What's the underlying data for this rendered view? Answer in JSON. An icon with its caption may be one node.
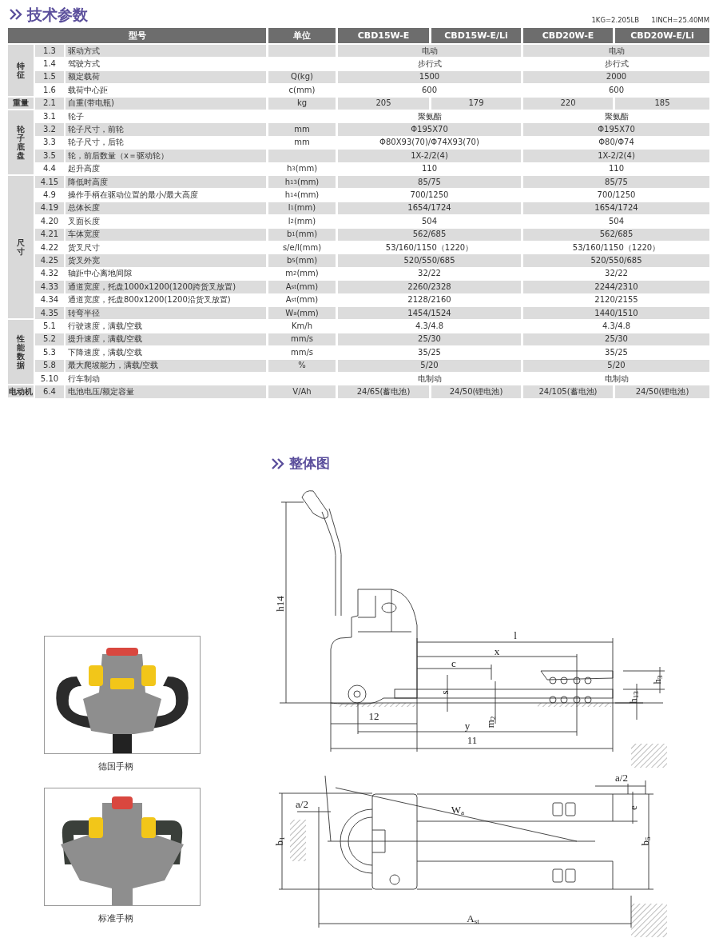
{
  "diagram": {
    "title": "技术参数",
    "labels": [
      "1KG=2.205LB",
      "1INCH=25.40MM",
      "型号",
      "单位",
      "CBD15W-E",
      "CBD15W-E/Li",
      "CBD20W-E",
      "CBD20W-E/Li",
      "特征",
      "1.3",
      "驱动方式",
      "电动",
      "电动",
      "1.4",
      "驾驶方式",
      "步行式",
      "步行式",
      "1.5",
      "额定载荷",
      "Q(kg)",
      "1500",
      "2000",
      "1.6",
      "载荷中心距",
      "c(mm)",
      "600",
      "600",
      "重量",
      "2.1",
      "自重(带电瓶)",
      "kg",
      "205",
      "179",
      "220",
      "185",
      "轮子底盘",
      "3.1",
      "轮子",
      "聚氨酯",
      "聚氨酯",
      "3.2",
      "轮子尺寸，前轮",
      "mm",
      "Φ195X70",
      "Φ195X70",
      "3.3",
      "轮子尺寸，后轮",
      "mm",
      "Φ80X93(70)/Φ74X93(70)",
      "Φ80/Φ74",
      "3.5",
      "轮，前后数量（x＝驱动轮）",
      "1X-2/2(4)",
      "1X-2/2(4)",
      "4.4",
      "起升高度",
      "h$_{3}$(mm)",
      "110",
      "110",
      "尺寸",
      "4.15",
      "降低时高度",
      "h$_{13}$(mm)",
      "85/75",
      "85/75",
      "4.9",
      "操作手柄在驱动位置的最小/最大高度",
      "h$_{14}$(mm)",
      "700/1250",
      "700/1250",
      "4.19",
      "总体长度",
      "l$_{1}$(mm)",
      "1654/1724",
      "1654/1724",
      "4.20",
      "叉面长度",
      "l$_{2}$(mm)",
      "504",
      "504",
      "4.21",
      "车体宽度",
      "b$_{1}$(mm)",
      "562/685",
      "562/685",
      "4.22",
      "货叉尺寸",
      "s/e/l(mm)",
      "53/160/1150（1220）",
      "53/160/1150（1220）",
      "4.25",
      "货叉外宽",
      "b$_{5}$(mm)",
      "520/550/685",
      "520/550/685",
      "4.32",
      "轴距中心离地间隙",
      "m$_{2}$(mm)",
      "32/22",
      "32/22",
      "4.33",
      "通道宽度，托盘1000x1200(1200跨货叉放置)",
      "A$_{st}$(mm)",
      "2260/2328",
      "2244/2310",
      "4.34",
      "通道宽度，托盘800x1200(1200沿货叉放置)",
      "A$_{st}$(mm)",
      "2128/2160",
      "2120/2155",
      "4.35",
      "转弯半径",
      "W$_{a}$(mm)",
      "1454/1524",
      "1440/1510",
      "性能数据",
      "5.1",
      "行驶速度，满载/空载",
      "Km/h",
      "4.3/4.8",
      "4.3/4.8",
      "5.2",
      "提升速度，满载/空载",
      "mm/s",
      "25/30",
      "25/30",
      "5.3",
      "下降速度，满载/空载",
      "mm/s",
      "35/25",
      "35/25",
      "5.8",
      "最大爬坡能力，满载/空载",
      "%",
      "5/20",
      "5/20",
      "5.10",
      "行车制动",
      "电制动",
      "电制动",
      "电动机",
      "6.4",
      "电池电压/额定容量",
      "V/Ah",
      "24/65(蓄电池)",
      "24/50(锂电池)",
      "24/105(蓄电池)",
      "24/50(锂电池)",
      "整体图",
      "h14",
      "l",
      "x",
      "c",
      "s",
      "h$_{3}$",
      "h$_{13}$",
      "12",
      "m$_{2}$",
      "y",
      "11",
      "德国手柄",
      "a/2",
      "a/2",
      "W$_{a}$",
      "e",
      "b$_{1}$",
      "b$_{5}$",
      "标准手柄",
      "A$_{st}$"
    ]
  }
}
